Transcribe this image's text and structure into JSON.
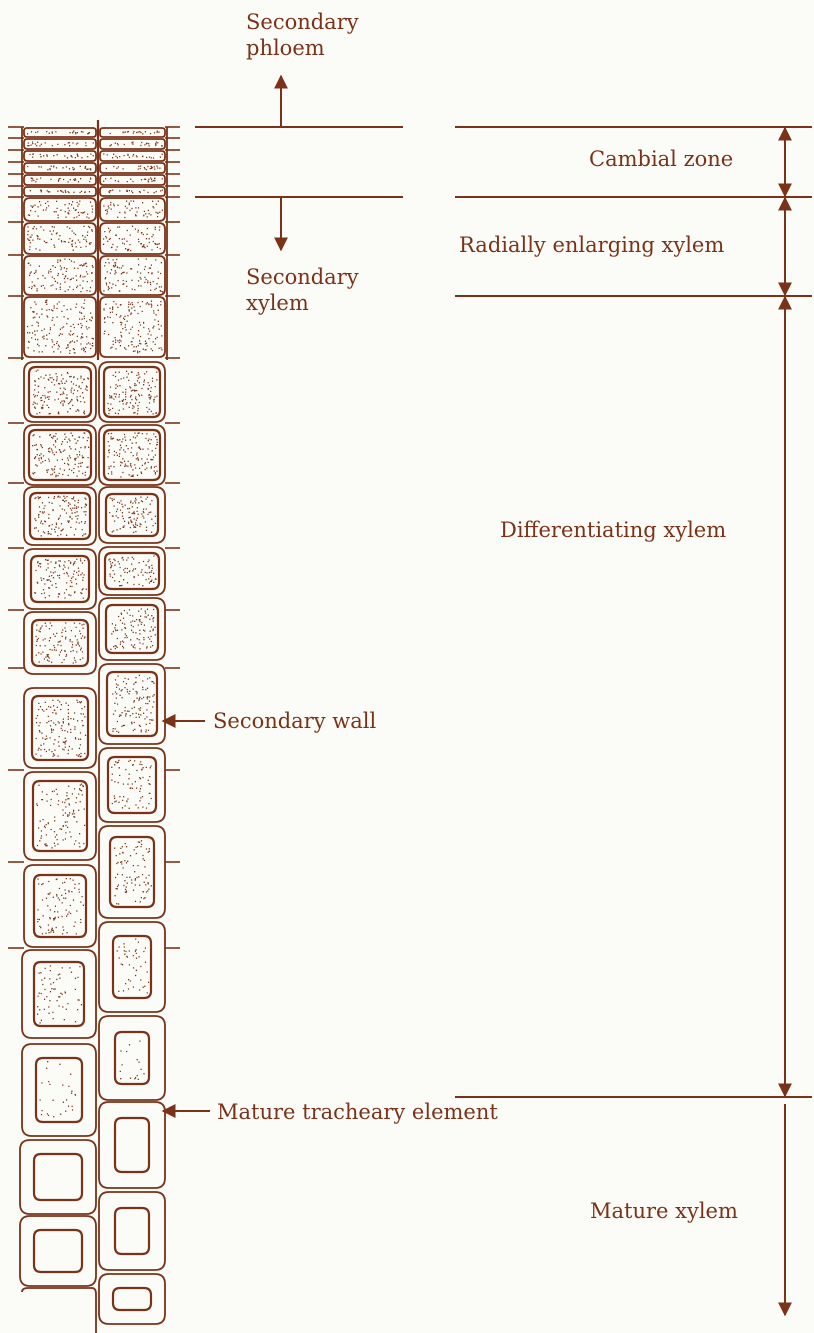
{
  "labels": {
    "secondary_phloem": [
      "Secondary",
      "phloem"
    ],
    "secondary_xylem": [
      "Secondary",
      "xylem"
    ],
    "cambial_zone": "Cambial zone",
    "radially_enlarging_xylem": "Radially enlarging xylem",
    "differentiating_xylem": "Differentiating xylem",
    "secondary_wall": "Secondary wall",
    "mature_tracheary_element": "Mature tracheary element",
    "mature_xylem": "Mature xylem"
  },
  "colors": {
    "ink": "#7a3318",
    "background": "#fbfbf7"
  }
}
